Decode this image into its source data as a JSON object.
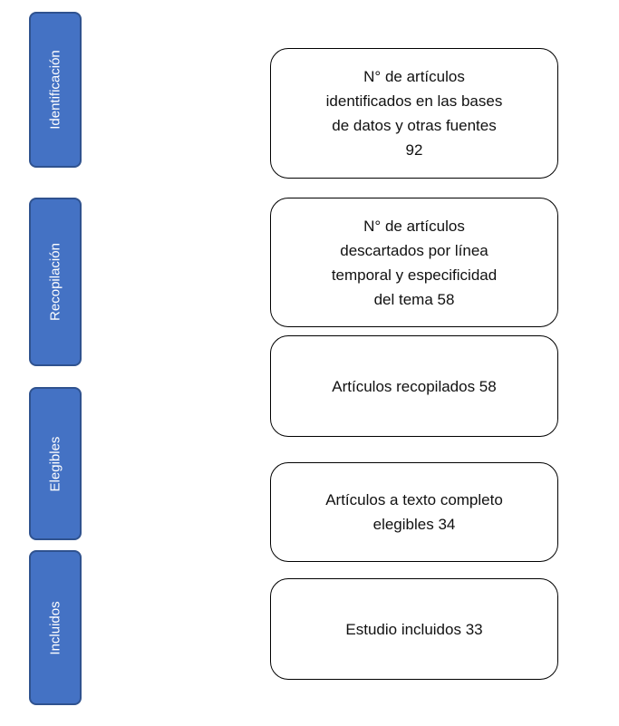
{
  "colors": {
    "stage_fill": "#4472c4",
    "stage_border": "#2f528f",
    "stage_text": "#ffffff",
    "box_border": "#000000",
    "box_text": "#111111"
  },
  "stages": [
    {
      "label": "Identificación"
    },
    {
      "label": "Recopilación"
    },
    {
      "label": "Elegibles"
    },
    {
      "label": "Incluidos"
    }
  ],
  "boxes": [
    {
      "lines": [
        "N° de artículos",
        "identificados en las bases",
        "de datos y otras fuentes",
        "92"
      ]
    },
    {
      "lines": [
        "N° de artículos",
        "descartados por línea",
        "temporal y especificidad",
        "del tema 58"
      ]
    },
    {
      "lines": [
        "Artículos recopilados 58"
      ]
    },
    {
      "lines": [
        "Artículos a texto completo",
        "elegibles 34"
      ]
    },
    {
      "lines": [
        "Estudio incluidos 33"
      ]
    }
  ]
}
